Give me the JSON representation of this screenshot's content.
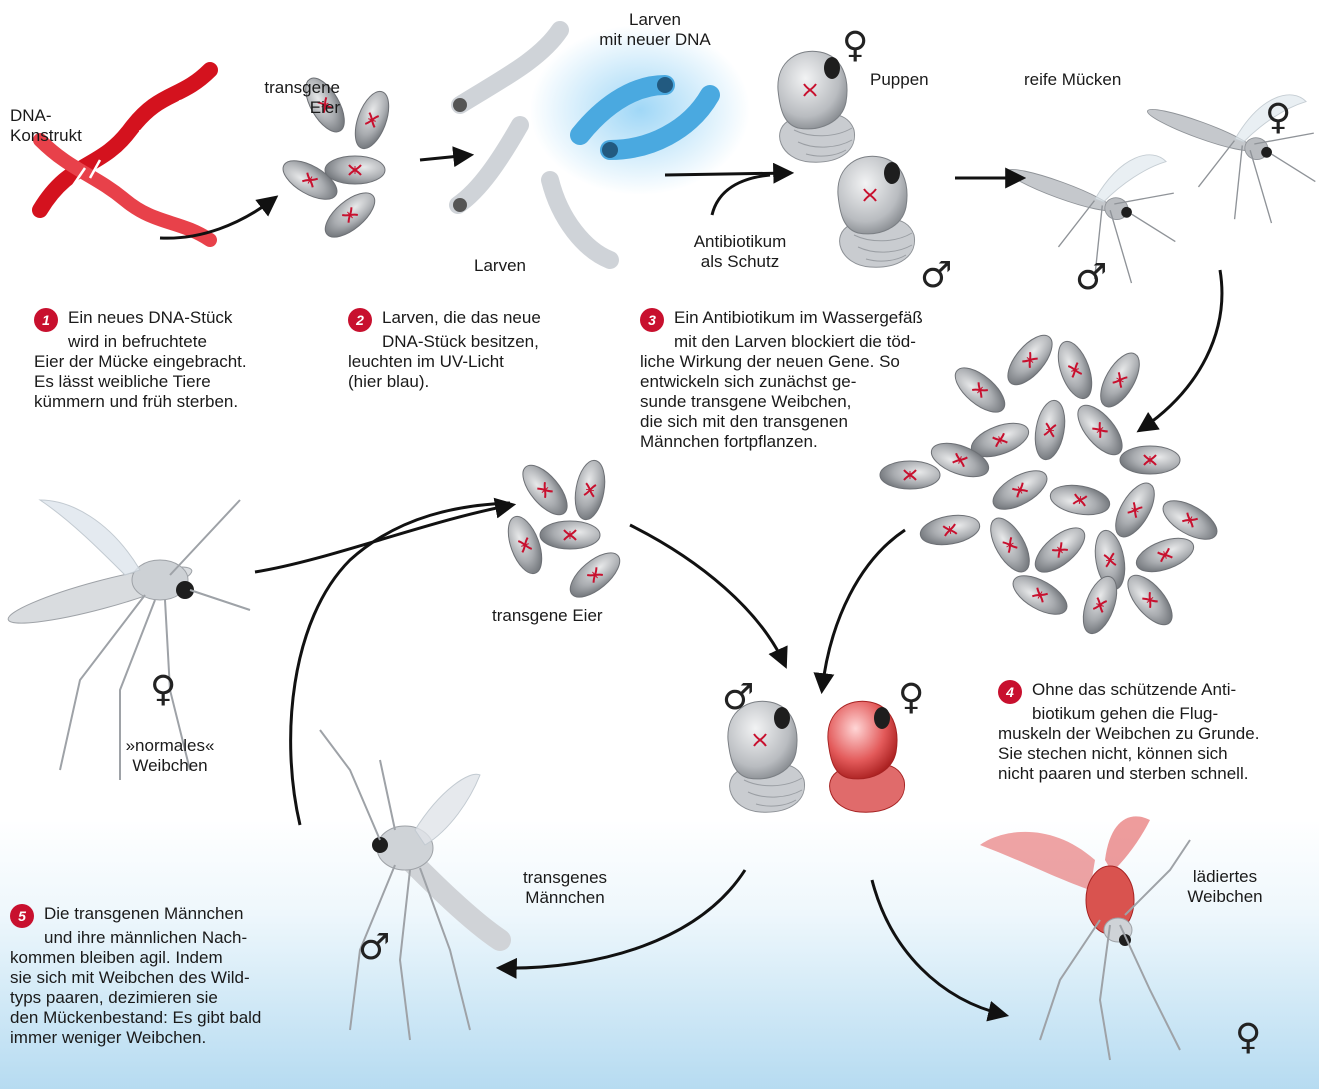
{
  "colors": {
    "accent": "#c8102e",
    "larva_glow": "#4aa9e0",
    "shell": "#a9acb0",
    "water": "#b6dbf1"
  },
  "labels": {
    "dna_construct": [
      "DNA-",
      "Konstrukt"
    ],
    "transgenic_eggs_top": [
      "transgene",
      "Eier"
    ],
    "larvae_new_dna": [
      "Larven",
      "mit neuer DNA"
    ],
    "larvae": "Larven",
    "pupae": "Puppen",
    "antibiotic": [
      "Antibiotikum",
      "als Schutz"
    ],
    "mature_mosquitoes": "reife Mücken",
    "transgenic_eggs_mid": "transgene Eier",
    "normal_female": [
      "»normales«",
      "Weibchen"
    ],
    "transgenic_male": [
      "transgenes",
      "Männchen"
    ],
    "damaged_female": [
      "lädiertes",
      "Weibchen"
    ]
  },
  "symbols": {
    "female": "♀",
    "male": "♂"
  },
  "steps": [
    {
      "num": "1",
      "lines": [
        "Ein neues DNA-Stück",
        "wird in befruchtete",
        "Eier der Mücke eingebracht.",
        "Es lässt weibliche Tiere",
        "kümmern und früh sterben."
      ]
    },
    {
      "num": "2",
      "lines": [
        "Larven, die das neue",
        "DNA-Stück besitzen,",
        "leuchten im UV-Licht",
        "(hier blau)."
      ]
    },
    {
      "num": "3",
      "lines": [
        "Ein Antibiotikum im Wassergefäß",
        "mit den Larven blockiert die töd-",
        "liche Wirkung der neuen Gene. So",
        "entwickeln sich zunächst ge-",
        "sunde transgene Weibchen,",
        "die sich mit den transgenen",
        "Männchen fortpflanzen."
      ]
    },
    {
      "num": "4",
      "lines": [
        "Ohne das schützende Anti-",
        "biotikum gehen die Flug-",
        "muskeln der Weibchen zu Grunde.",
        "Sie stechen nicht, können sich",
        "nicht paaren und sterben schnell."
      ]
    },
    {
      "num": "5",
      "lines": [
        "Die transgenen Männchen",
        "und ihre männlichen Nach-",
        "kommen bleiben agil. Indem",
        "sie sich mit Weibchen des Wild-",
        "typs paaren, dezimieren sie",
        "den Mückenbestand: Es gibt bald",
        "immer weniger Weibchen."
      ]
    }
  ]
}
